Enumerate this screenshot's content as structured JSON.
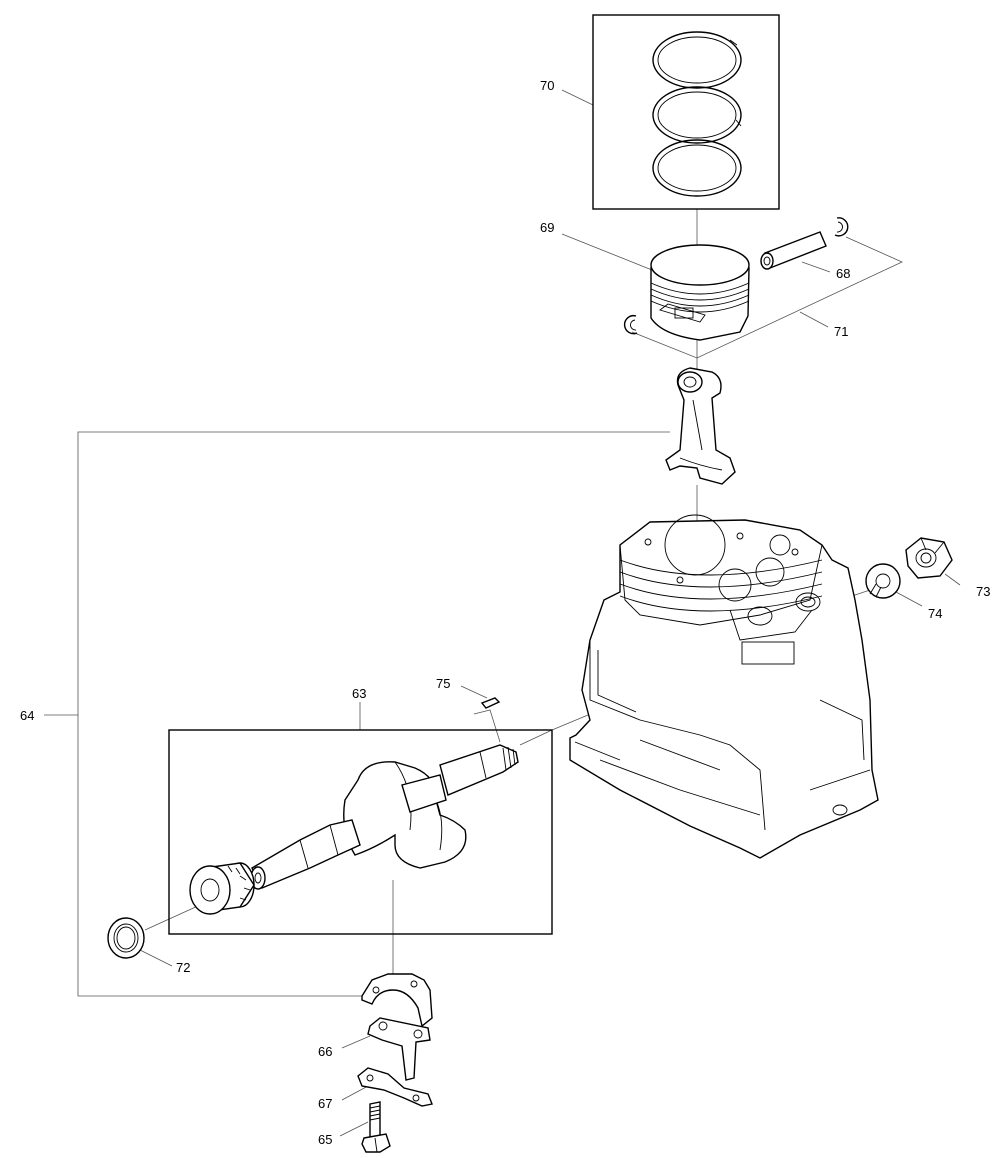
{
  "callouts": {
    "c63": "63",
    "c64": "64",
    "c65": "65",
    "c66": "66",
    "c67": "67",
    "c68": "68",
    "c69": "69",
    "c70": "70",
    "c71": "71",
    "c72": "72",
    "c73": "73",
    "c74": "74",
    "c75": "75"
  }
}
